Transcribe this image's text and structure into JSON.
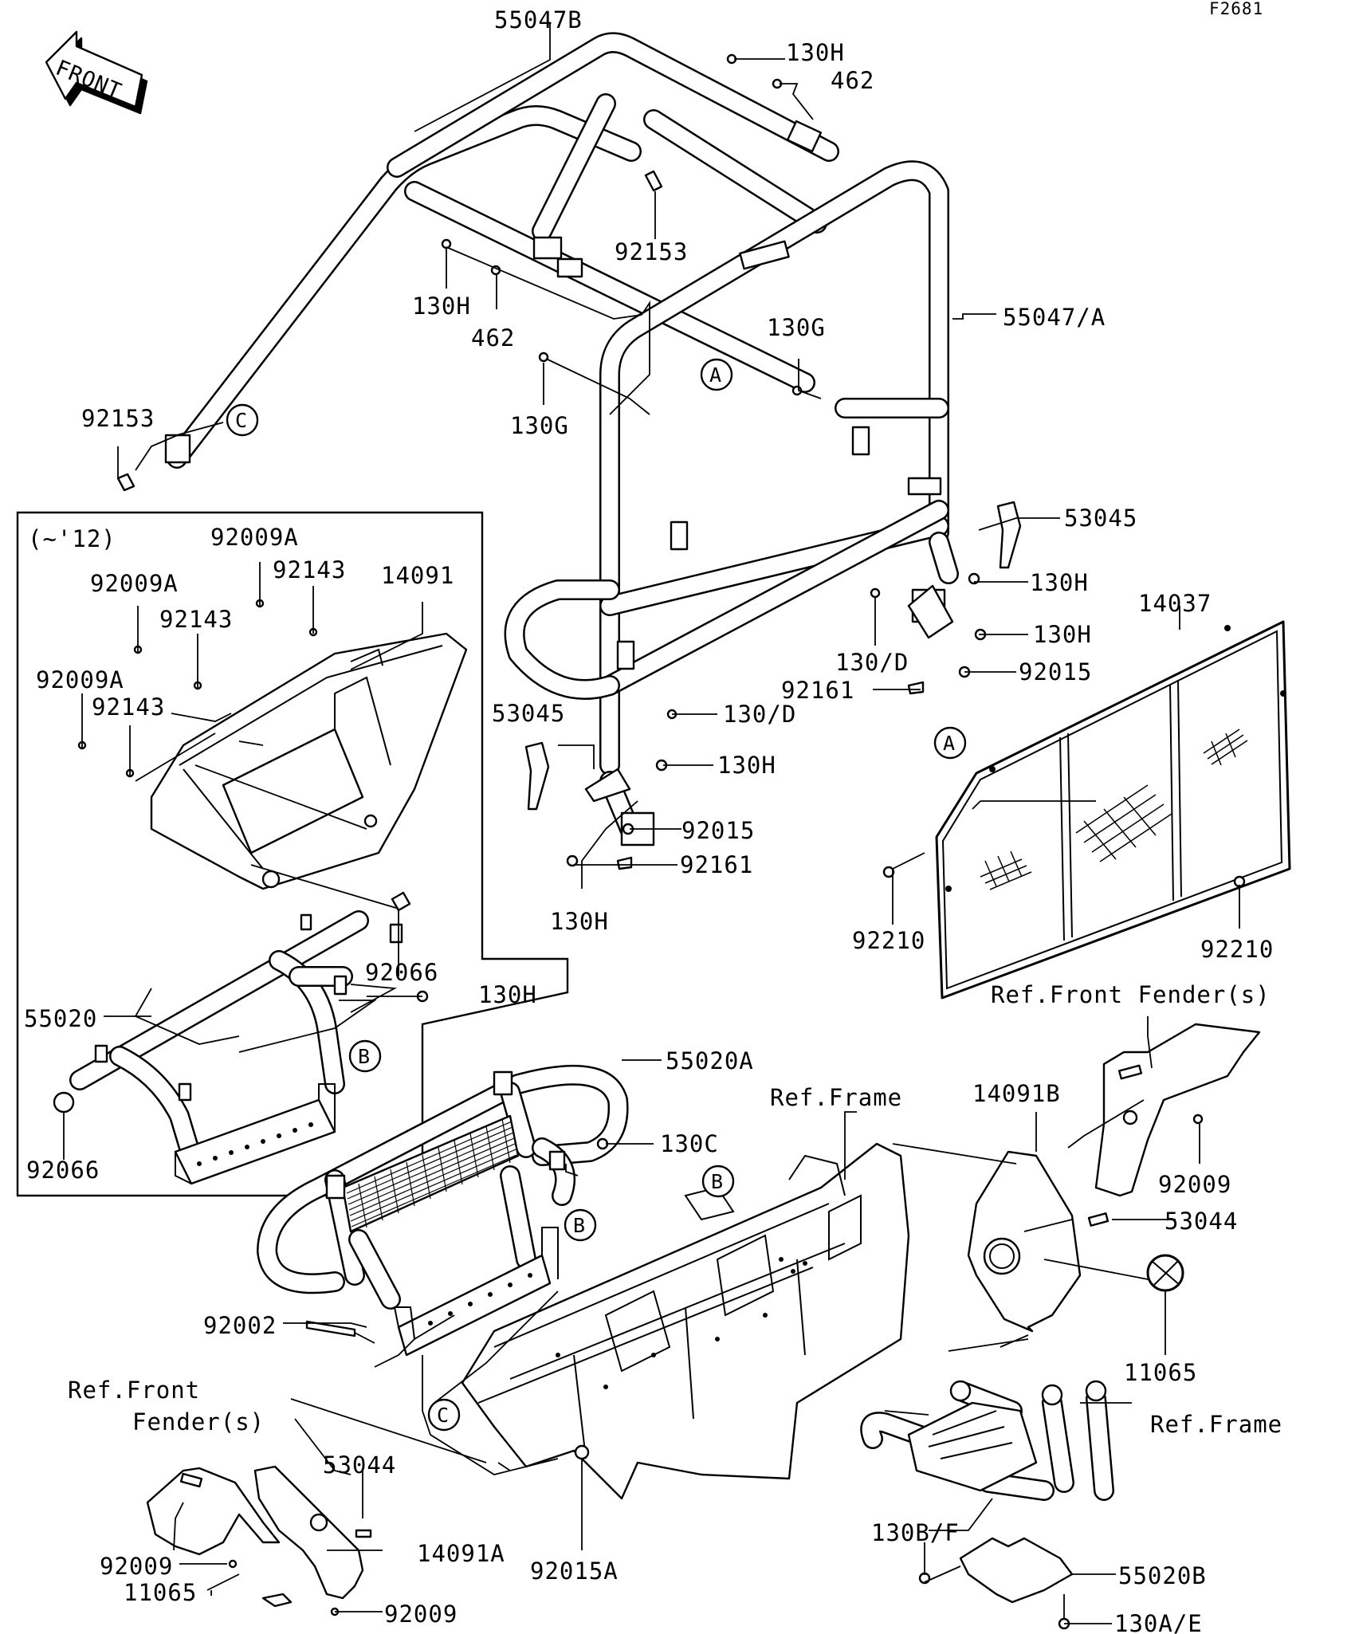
{
  "figure_code": "F2681",
  "front_arrow_label": "FRONT",
  "inset_box_label": "(~'12)",
  "ref_labels": {
    "front_fender_right": "Ref.Front Fender(s)",
    "frame_center": "Ref.Frame",
    "front_fender_left_line1": "Ref.Front",
    "front_fender_left_line2": "Fender(s)",
    "frame_right": "Ref.Frame"
  },
  "callout_letters": [
    "A",
    "A",
    "B",
    "B",
    "B",
    "C",
    "C"
  ],
  "part_numbers": [
    "55047B",
    "130H",
    "462",
    "92153",
    "130H",
    "462",
    "55047/A",
    "130G",
    "130G",
    "92153",
    "53045",
    "130H",
    "130H",
    "130/D",
    "92015",
    "92161",
    "14037",
    "130/D",
    "53045",
    "130H",
    "92015",
    "92161",
    "130H",
    "92210",
    "92210",
    "92009A",
    "92143",
    "14091",
    "92009A",
    "92143",
    "92009A",
    "92143",
    "92066",
    "130H",
    "55020",
    "92066",
    "55020A",
    "130C",
    "14091B",
    "92009",
    "53044",
    "11065",
    "92002",
    "53044",
    "14091A",
    "92009",
    "11065",
    "92009",
    "92015A",
    "130B/F",
    "55020B",
    "130A/E"
  ]
}
